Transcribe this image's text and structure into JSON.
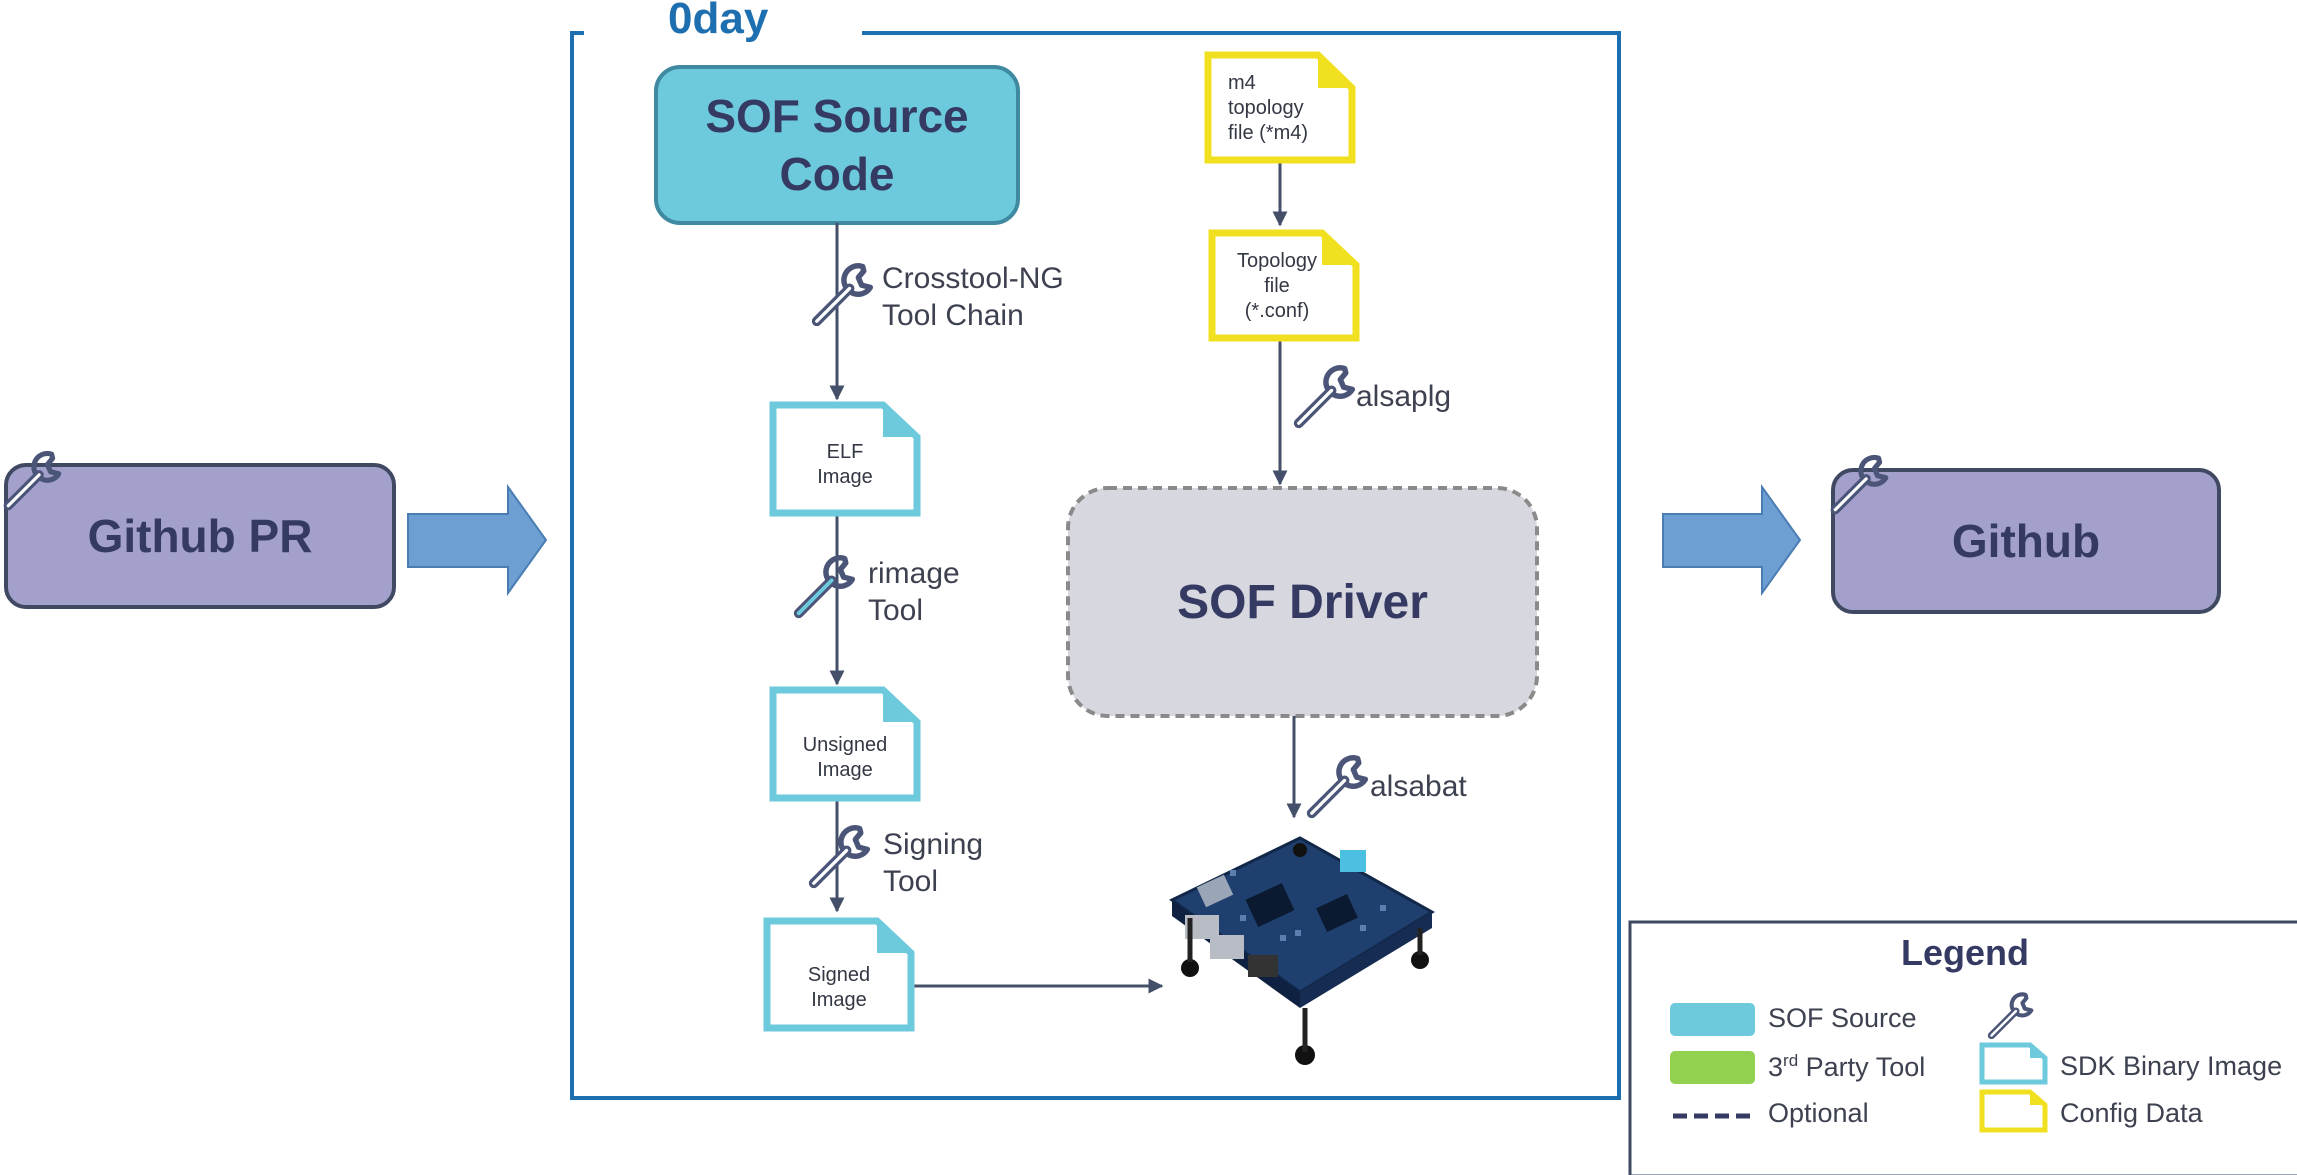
{
  "group": {
    "title": "0day"
  },
  "source": {
    "label": "SOF Source Code"
  },
  "github_pr": {
    "label": "Github PR"
  },
  "github": {
    "label": "Github"
  },
  "driver": {
    "label": "SOF Driver"
  },
  "files": {
    "elf": "ELF\nImage",
    "unsigned": "Unsigned\nImage",
    "signed": "Signed\nImage",
    "m4": "m4\ntopology\nfile (*m4)",
    "topology": "Topology\nfile\n(*.conf)"
  },
  "tools": {
    "crosstool": "Crosstool-NG\nTool Chain",
    "rimage": "rimage\nTool",
    "signing": "Signing\nTool",
    "alsaplg": "alsaplg",
    "alsabat": "alsabat"
  },
  "legend": {
    "title": "Legend",
    "sof_source": "SOF Source",
    "third_party_main": "3",
    "third_party_sup": "rd",
    "third_party_rest": " Party Tool",
    "optional": "Optional",
    "sdk_binary": "SDK Binary Image",
    "config_data": "Config Data"
  },
  "colors": {
    "sof_source": "#6dcadc",
    "github_box": "#a3a1cc",
    "driver_box": "#d7d7df",
    "third_party": "#92d050",
    "config_border": "#f0e020",
    "sdk_border": "#6dcadc",
    "group_border": "#1d6fb0",
    "arrow_block": "#6e9fd2"
  }
}
